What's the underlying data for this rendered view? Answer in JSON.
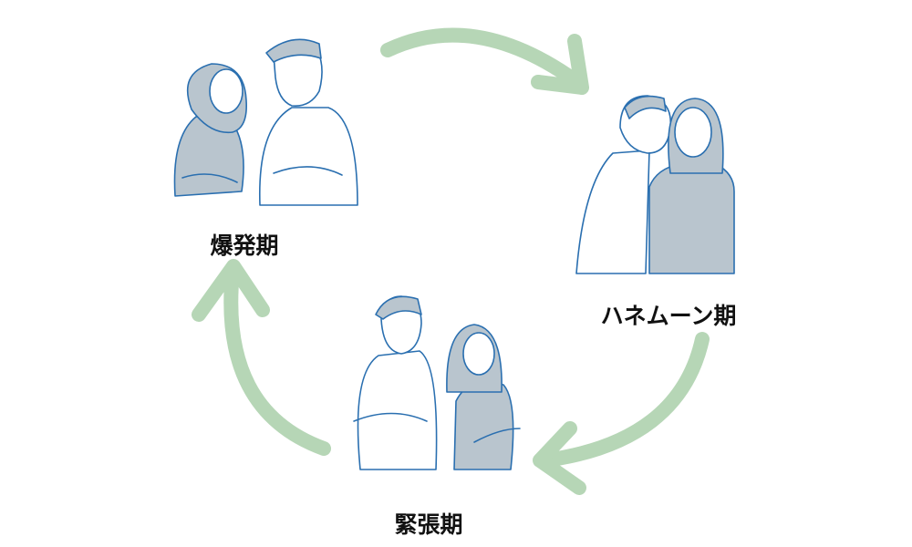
{
  "diagram": {
    "stages": [
      {
        "id": "explosion",
        "label": "爆発期"
      },
      {
        "id": "honeymoon",
        "label": "ハネムーン期"
      },
      {
        "id": "tension",
        "label": "緊張期"
      }
    ],
    "colors": {
      "arrow": "#b6d6b6",
      "line": "#2a6fb0",
      "fill": "#b9c5ce"
    }
  }
}
